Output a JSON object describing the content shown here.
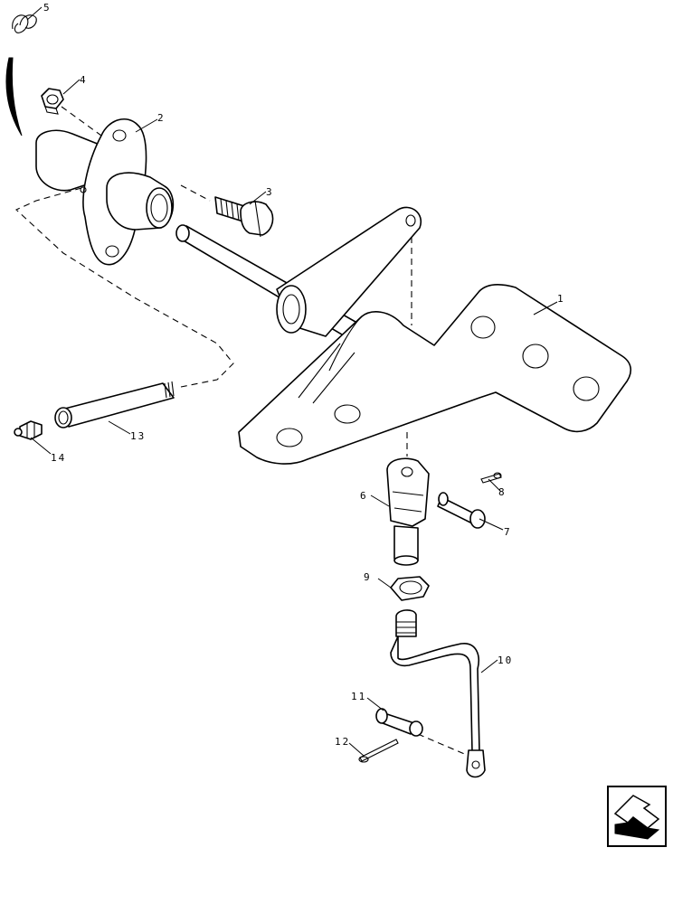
{
  "callouts": {
    "c1": "1",
    "c2": "2",
    "c3": "3",
    "c4": "4",
    "c5": "5",
    "c6": "6",
    "c7": "7",
    "c8": "8",
    "c9": "9",
    "c10": "10",
    "c11": "11",
    "c12": "12",
    "c13": "13",
    "c14": "14"
  },
  "icons": {
    "nav": "next-page-arrow-icon"
  }
}
